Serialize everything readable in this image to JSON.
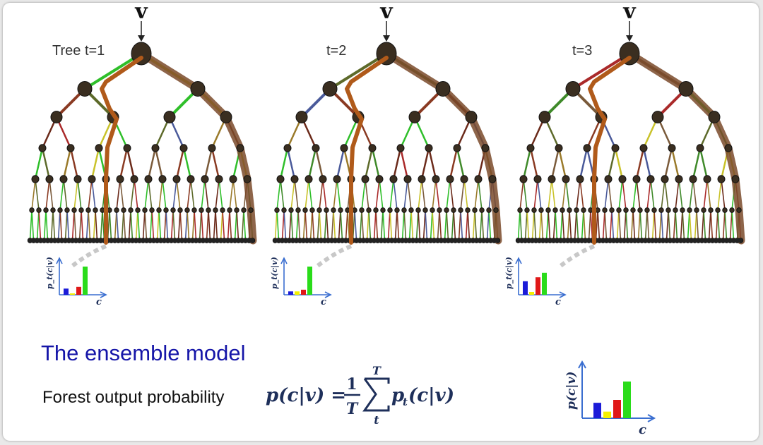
{
  "trees": [
    {
      "label": "Tree t=1",
      "input": "v",
      "prob_label": "p_t(c|v)",
      "axis_c": "c",
      "bars": [
        {
          "color": "#1b1bd8",
          "value": 0.22
        },
        {
          "color": "#f4f000",
          "value": 0.05
        },
        {
          "color": "#e01818",
          "value": 0.28
        },
        {
          "color": "#2adc1a",
          "value": 1.0
        }
      ]
    },
    {
      "label": "t=2",
      "input": "v",
      "prob_label": "p_t(c|v)",
      "axis_c": "c",
      "bars": [
        {
          "color": "#1b1bd8",
          "value": 0.12
        },
        {
          "color": "#f4f000",
          "value": 0.12
        },
        {
          "color": "#e01818",
          "value": 0.18
        },
        {
          "color": "#2adc1a",
          "value": 1.0
        }
      ]
    },
    {
      "label": "t=3",
      "input": "v",
      "prob_label": "p_t(c|v)",
      "axis_c": "c",
      "bars": [
        {
          "color": "#1b1bd8",
          "value": 0.48
        },
        {
          "color": "#f4f000",
          "value": 0.1
        },
        {
          "color": "#e01818",
          "value": 0.62
        },
        {
          "color": "#2adc1a",
          "value": 0.78
        }
      ]
    }
  ],
  "ensemble": {
    "heading": "The ensemble model",
    "formula_text": "Forest output probability",
    "formula": {
      "lhs": "p(c|v) =",
      "num": "1",
      "den": "T",
      "sum_top": "T",
      "sum_bottom": "t",
      "rhs": "p",
      "rhs_sub": "t",
      "rhs_tail": "(c|v)"
    },
    "chart": {
      "ylabel": "p(c|v)",
      "xlabel": "c",
      "bars": [
        {
          "color": "#1b1bd8",
          "value": 0.42
        },
        {
          "color": "#f4f000",
          "value": 0.18
        },
        {
          "color": "#e01818",
          "value": 0.5
        },
        {
          "color": "#2adc1a",
          "value": 1.0
        }
      ]
    }
  },
  "colors": {
    "path": "#b05a1a",
    "trunk": "#7a4a2a",
    "node": "#3a2e20",
    "axis": "#3a6ed0"
  }
}
